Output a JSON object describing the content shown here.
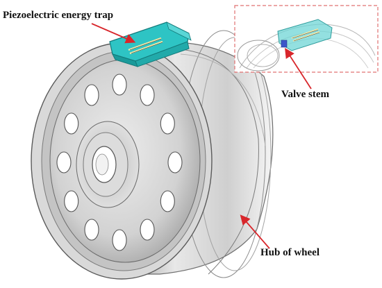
{
  "labels": {
    "piezo_trap": "Piezoelectric energy trap",
    "valve_stem": "Valve stem",
    "hub": "Hub of wheel"
  },
  "colors": {
    "device": "#2ec4c4",
    "device_dark": "#1a9a9a",
    "arrow": "#d8262b",
    "inset_border": "#e07070",
    "rim": "#c9c9c9",
    "rim_dark": "#8a8a8a"
  }
}
